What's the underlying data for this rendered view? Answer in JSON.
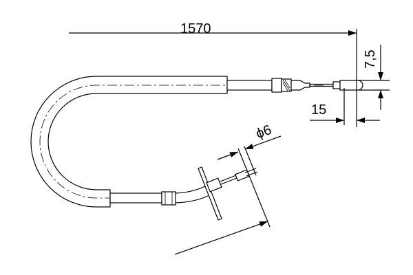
{
  "drawing": {
    "dimensions": {
      "length": "1570",
      "end_offset": "15",
      "end_height": "7,5",
      "diameter": "ϕ6"
    },
    "line_color": "#000000",
    "fill_color": "#ffffff"
  }
}
